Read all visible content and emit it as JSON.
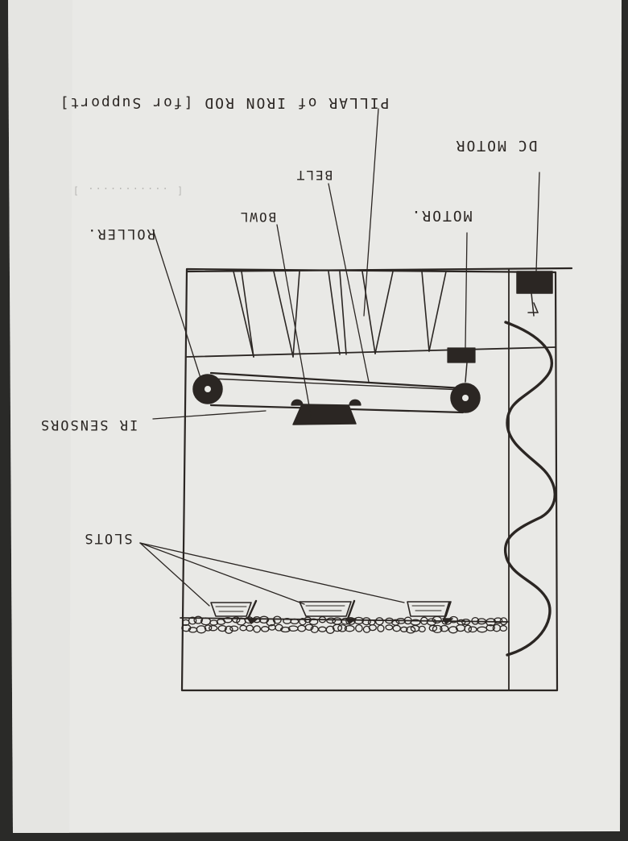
{
  "colors": {
    "paper": "#e9e9e6",
    "paper_shadow": "#d3d4d1",
    "ink": "#2b2623",
    "background": "#2a2a28"
  },
  "labels": {
    "pillar": "PILLAR of IRON ROD [for Support]",
    "dc_motor": "DC MOTOR",
    "belt": "BELT",
    "motor": "MOTOR.",
    "bowl": "BOWL",
    "roller": "ROLLER.",
    "ir_sensors": "IR SENSORS",
    "slots": "SLOTS",
    "faint_note": "[ ........... ]"
  }
}
